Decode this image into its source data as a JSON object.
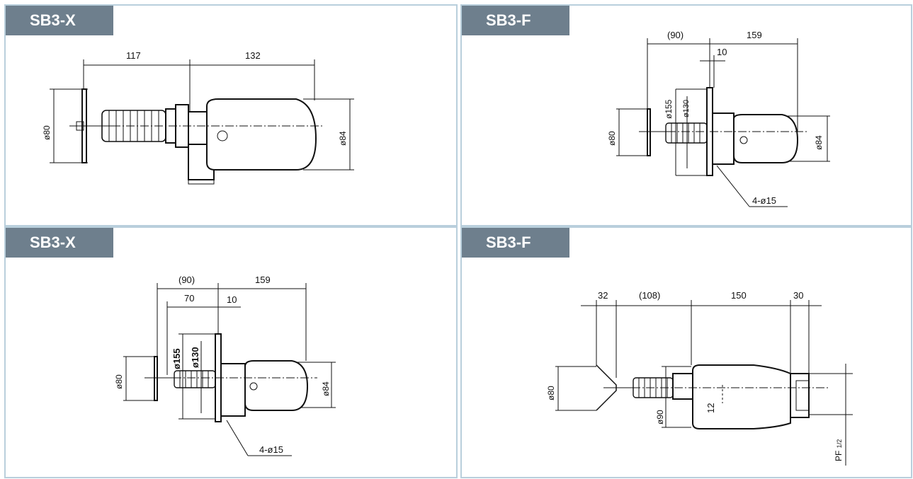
{
  "panels": [
    {
      "label": "SB3-X",
      "dims": {
        "d1": "117",
        "d2": "132",
        "dia_left": "ø80",
        "dia_right": "ø84"
      }
    },
    {
      "label": "SB3-F",
      "dims": {
        "d1": "(90)",
        "d2": "159",
        "d3": "10",
        "dia_a": "ø155",
        "dia_b": "ø130",
        "dia_left": "ø80",
        "dia_right": "ø84",
        "holes": "4-ø15"
      }
    },
    {
      "label": "SB3-X",
      "dims": {
        "d1": "(90)",
        "d2": "159",
        "d3": "70",
        "d4": "10",
        "dia_a": "ø155",
        "dia_b": "ø130",
        "dia_left": "ø80",
        "dia_right": "ø84",
        "holes": "4-ø15"
      }
    },
    {
      "label": "SB3-F",
      "dims": {
        "d1": "32",
        "d2": "(108)",
        "d3": "150",
        "d4": "30",
        "dia_left": "ø80",
        "dia_bottom": "ø90",
        "mid": "12",
        "thread": "PF",
        "thread_size": "1/2"
      }
    }
  ],
  "colors": {
    "tag_bg": "#6e7f8d",
    "border": "#b9cfdc"
  }
}
